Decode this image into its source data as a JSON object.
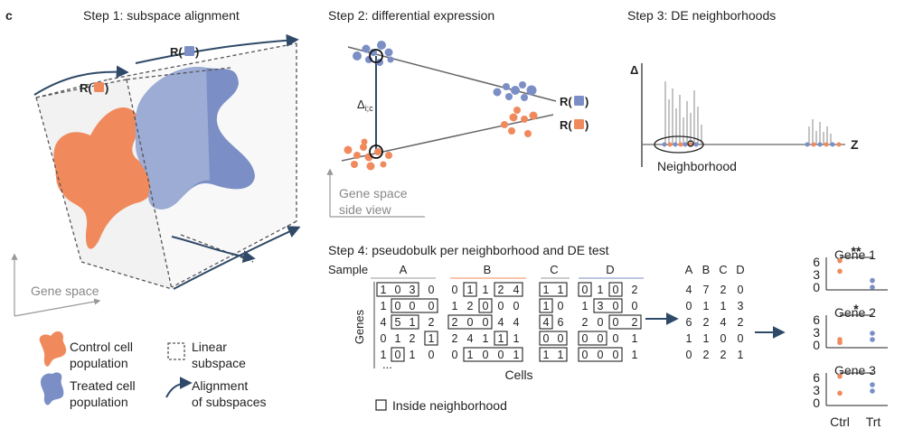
{
  "panel_letter": "c",
  "step1": {
    "title": "Step 1: subspace alignment",
    "r_control": "R(",
    "r_treated": "R(",
    "r_close": ")",
    "gene_space": "Gene space"
  },
  "step2": {
    "title": "Step 2: differential expression",
    "delta": "Δ",
    "delta_sub": "i;c",
    "r_treated": "R(",
    "r_control": "R(",
    "r_close": ")",
    "side_view_1": "Gene space",
    "side_view_2": "side view"
  },
  "step3": {
    "title": "Step 3: DE neighborhoods",
    "y_axis": "Δ",
    "x_axis": "Z",
    "neighborhood": "Neighborhood"
  },
  "step4": {
    "title": "Step 4: pseudobulk per neighborhood and DE test",
    "sample_label": "Sample",
    "samples": [
      "A",
      "B",
      "C",
      "D"
    ],
    "genes_label": "Genes",
    "cells_label": "Cells",
    "ellipsis": "...",
    "inside_label": "Inside neighborhood",
    "rows": [
      [
        [
          "1",
          "0",
          "3",
          "0"
        ],
        [
          "0",
          "1",
          "1",
          "2",
          "4"
        ],
        [
          "1",
          "1"
        ],
        [
          "0",
          "1",
          "0",
          "2"
        ]
      ],
      [
        [
          "1",
          "0",
          "0",
          "0"
        ],
        [
          "1",
          "2",
          "0",
          "0",
          "0"
        ],
        [
          "1",
          "0"
        ],
        [
          "1",
          "3",
          "0",
          "0"
        ]
      ],
      [
        [
          "4",
          "5",
          "1",
          "2"
        ],
        [
          "2",
          "0",
          "0",
          "4",
          "4"
        ],
        [
          "4",
          "6"
        ],
        [
          "2",
          "0",
          "0",
          "2"
        ]
      ],
      [
        [
          "0",
          "1",
          "2",
          "1"
        ],
        [
          "2",
          "4",
          "1",
          "1",
          "1"
        ],
        [
          "0",
          "0"
        ],
        [
          "0",
          "0",
          "0",
          "1"
        ]
      ],
      [
        [
          "1",
          "0",
          "1",
          "0"
        ],
        [
          "0",
          "1",
          "0",
          "0",
          "1"
        ],
        [
          "1",
          "1"
        ],
        [
          "0",
          "0",
          "0",
          "1"
        ]
      ]
    ],
    "pseudobulk_header": [
      "A",
      "B",
      "C",
      "D"
    ],
    "pseudobulk": [
      [
        "4",
        "7",
        "2",
        "0"
      ],
      [
        "0",
        "1",
        "1",
        "3"
      ],
      [
        "6",
        "2",
        "4",
        "2"
      ],
      [
        "1",
        "1",
        "0",
        "0"
      ],
      [
        "0",
        "2",
        "2",
        "1"
      ]
    ]
  },
  "tests": {
    "genes": [
      {
        "name": "Gene 1",
        "sig": "**",
        "ticks": [
          "6",
          "3",
          "0"
        ]
      },
      {
        "name": "Gene 2",
        "sig": "*",
        "ticks": [
          "6",
          "3",
          "0"
        ]
      },
      {
        "name": "Gene 3",
        "sig": "",
        "ticks": [
          "6",
          "3",
          "0"
        ]
      }
    ],
    "x_labels": [
      "Ctrl",
      "Trt"
    ]
  },
  "legend": {
    "control_1": "Control cell",
    "control_2": "population",
    "treated_1": "Treated cell",
    "treated_2": "population",
    "linear_1": "Linear",
    "linear_2": "subspace",
    "align_1": "Alignment",
    "align_2": "of subspaces"
  },
  "colors": {
    "control": "#f08a5d",
    "treated": "#7b8fc6",
    "dark": "#2f4a68",
    "grey": "#888888"
  }
}
